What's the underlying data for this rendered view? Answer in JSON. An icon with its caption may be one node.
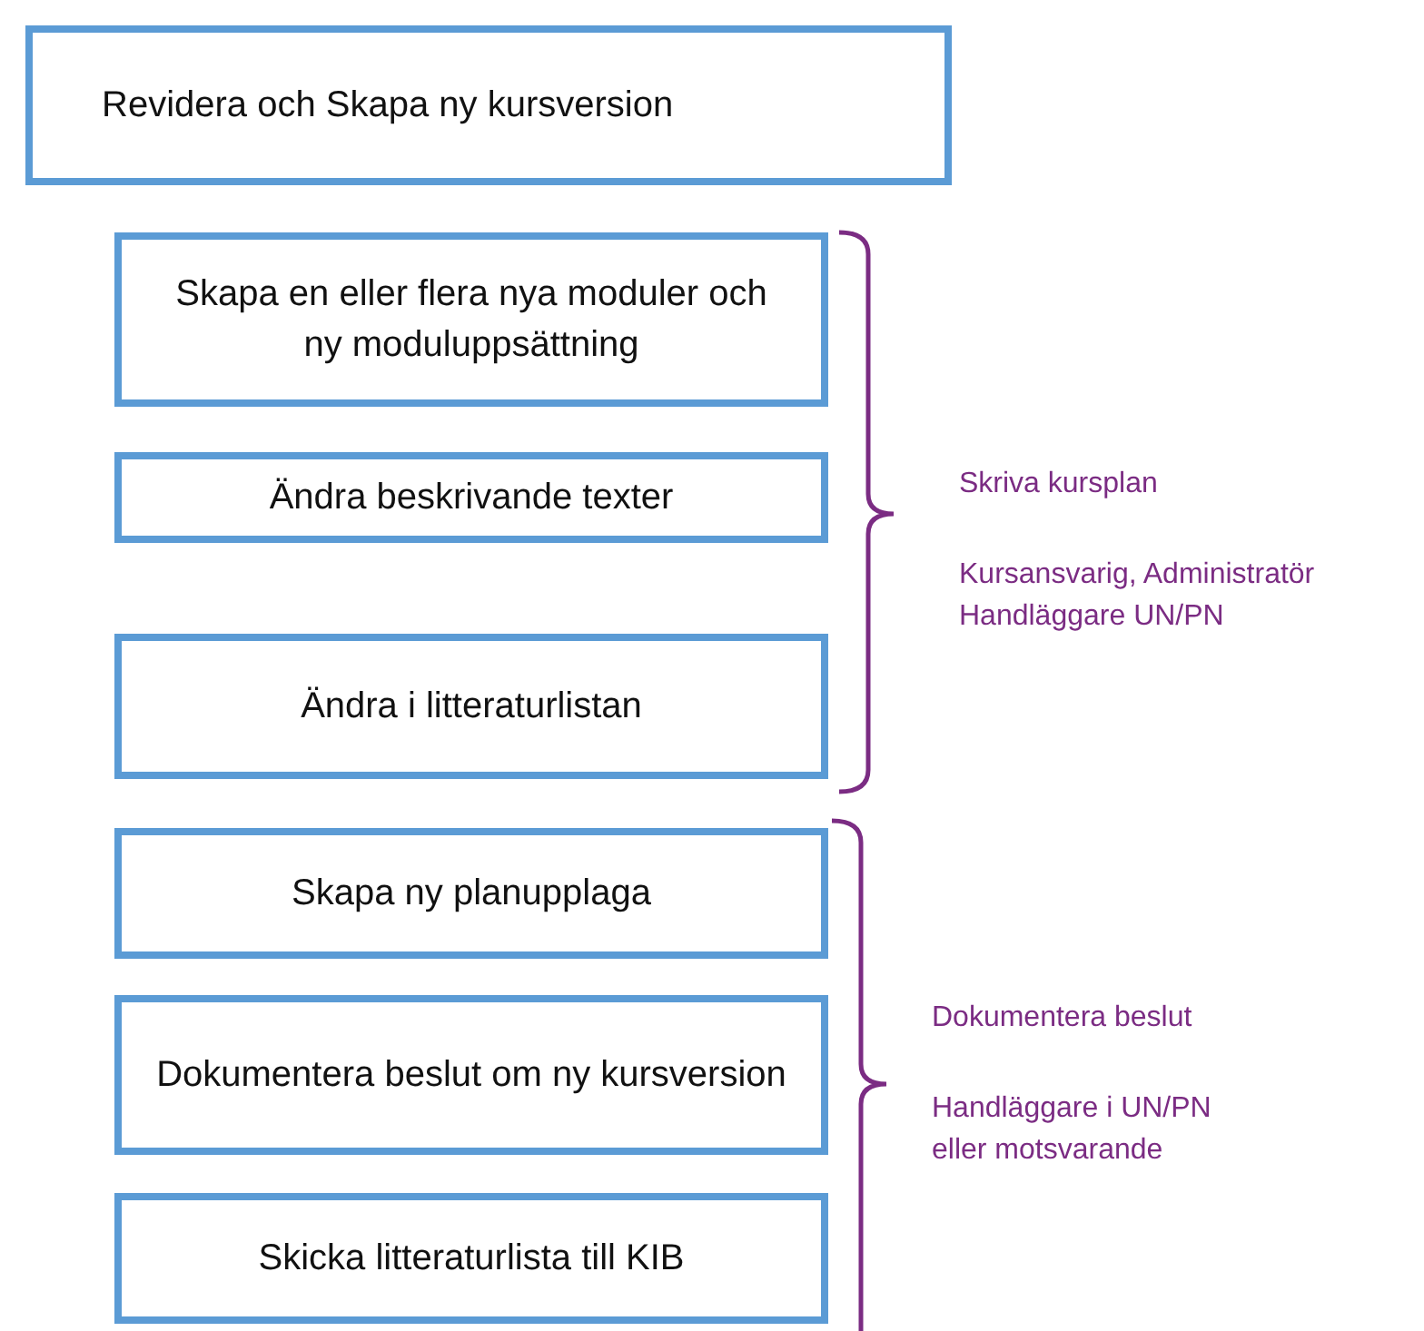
{
  "diagram": {
    "nodes": [
      {
        "text": [
          "Revidera och Skapa ny kursversion"
        ]
      },
      {
        "text": [
          "Skapa en eller flera nya moduler och ny moduluppsättning"
        ]
      },
      {
        "text": [
          "Ändra beskrivande texter"
        ]
      },
      {
        "text": [
          "Ändra i litteraturlistan"
        ]
      },
      {
        "text": [
          "Skapa ny planupplaga"
        ]
      },
      {
        "text": [
          "Dokumentera beslut om ny kursversion"
        ]
      },
      {
        "text": [
          "Skicka litteraturlista till KIB"
        ]
      }
    ],
    "labels": [
      "Skriva kursplan",
      "Kursansvarig, Administratör Handläggare UN/PN",
      "Dokumentera beslut",
      "Handläggare i UN/PN eller motsvarande"
    ]
  }
}
